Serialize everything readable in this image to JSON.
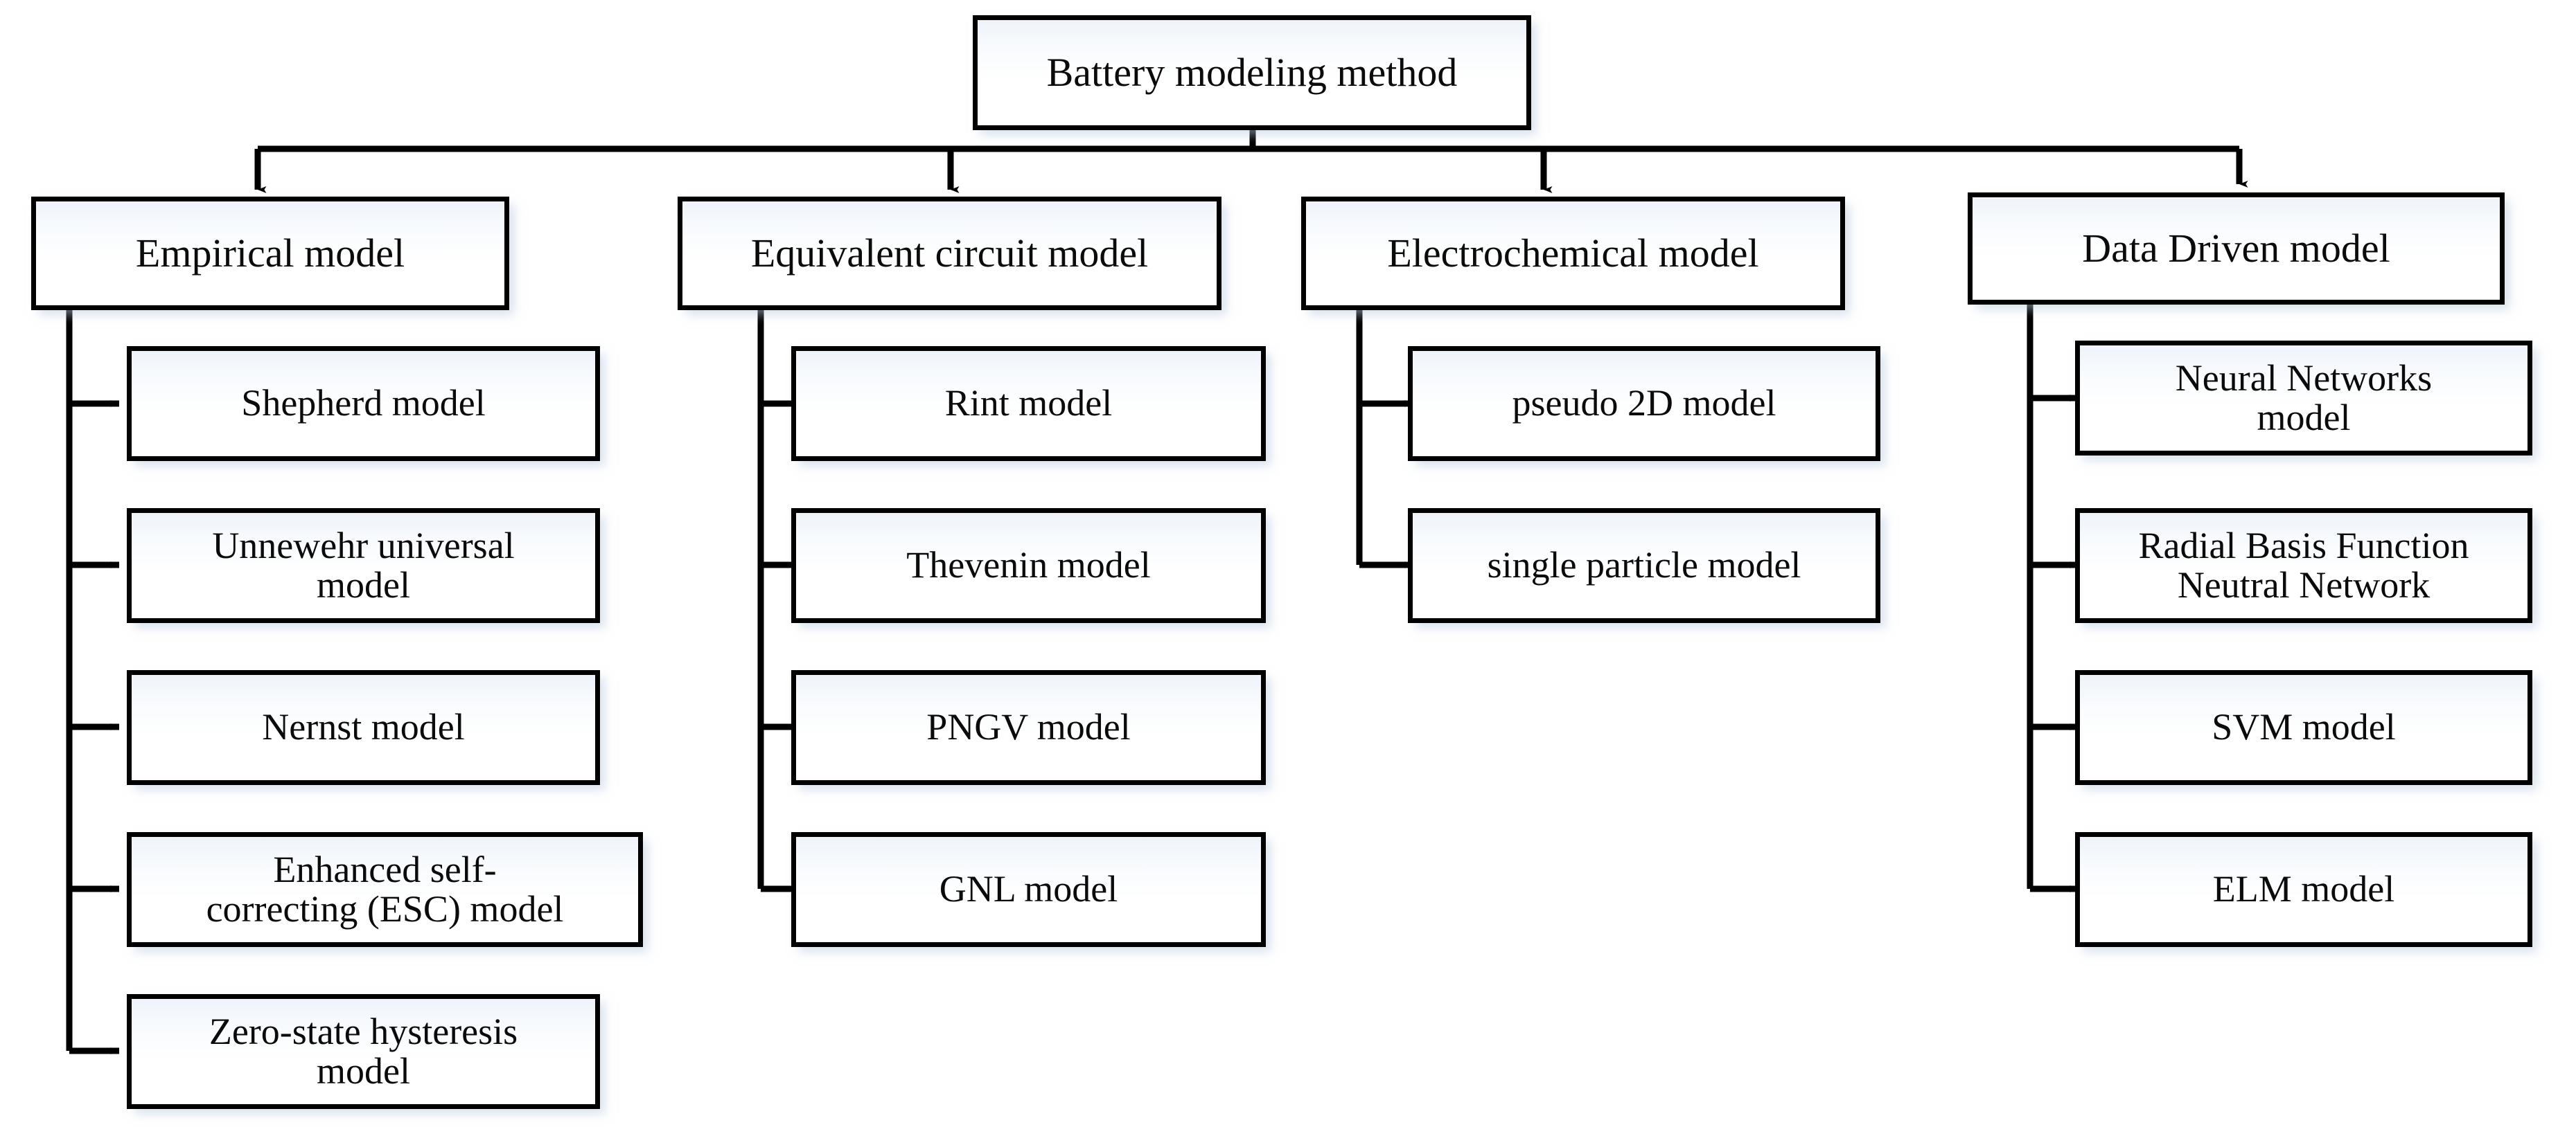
{
  "diagram": {
    "title": "Battery modeling method",
    "type": "hierarchy-tree",
    "orientation": "top-down-then-left-branching",
    "levels": 3,
    "colors": {
      "box_border": "#000000",
      "box_fill_top": "#eef3fa",
      "box_fill_bottom": "#ffffff",
      "connector": "#000000",
      "text": "#0b0b0b",
      "page_background": "#ffffff"
    }
  },
  "root": {
    "label": "Battery modeling method"
  },
  "branches": [
    {
      "id": "empirical",
      "label": "Empirical model",
      "children": [
        {
          "id": "shepherd",
          "label": "Shepherd model"
        },
        {
          "id": "unnewehr",
          "label": "Unnewehr universal\nmodel"
        },
        {
          "id": "nernst",
          "label": "Nernst model"
        },
        {
          "id": "esc",
          "label": "Enhanced self-\ncorrecting (ESC) model"
        },
        {
          "id": "zero-state",
          "label": "Zero-state hysteresis\nmodel"
        }
      ]
    },
    {
      "id": "equivalent-circuit",
      "label": "Equivalent circuit model",
      "children": [
        {
          "id": "rint",
          "label": "Rint model"
        },
        {
          "id": "thevenin",
          "label": "Thevenin model"
        },
        {
          "id": "pngv",
          "label": "PNGV model"
        },
        {
          "id": "gnl",
          "label": "GNL model"
        }
      ]
    },
    {
      "id": "electrochemical",
      "label": "Electrochemical model",
      "children": [
        {
          "id": "pseudo-2d",
          "label": "pseudo 2D model"
        },
        {
          "id": "single-particle",
          "label": "single particle model"
        }
      ]
    },
    {
      "id": "data-driven",
      "label": "Data Driven model",
      "children": [
        {
          "id": "neural-networks",
          "label": "Neural Networks\nmodel"
        },
        {
          "id": "rbf",
          "label": "Radial Basis Function\nNeutral Network"
        },
        {
          "id": "svm",
          "label": "SVM model"
        },
        {
          "id": "elm",
          "label": "ELM model"
        }
      ]
    }
  ]
}
